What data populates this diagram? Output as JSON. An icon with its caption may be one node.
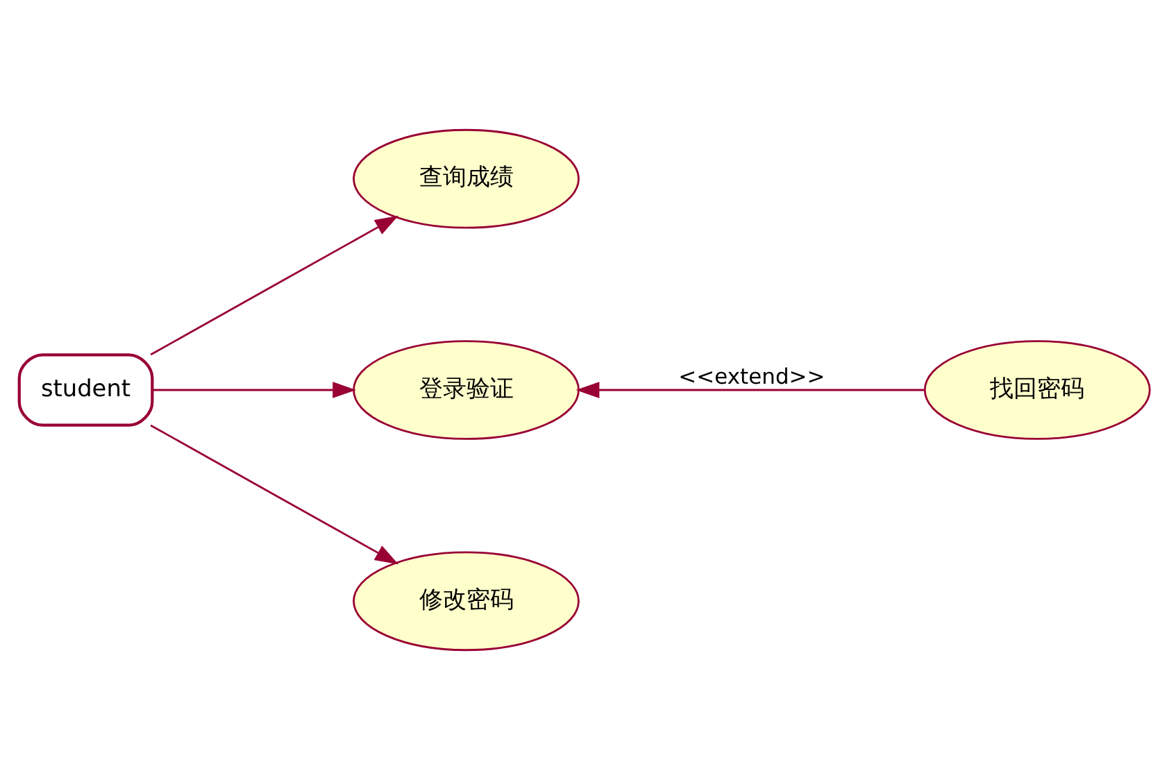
{
  "diagram": {
    "nodes": [
      {
        "text": [
          "student"
        ]
      },
      {
        "text": [
          "查询成绩"
        ]
      },
      {
        "text": [
          "登录验证"
        ]
      },
      {
        "text": [
          "找回密码"
        ]
      },
      {
        "text": [
          "修改密码"
        ]
      }
    ],
    "edges": [
      {
        "from": 0,
        "to": 1,
        "arrow": "to"
      },
      {
        "from": 0,
        "to": 2,
        "arrow": "to"
      },
      {
        "from": 0,
        "to": 4,
        "arrow": "to"
      },
      {
        "from": 3,
        "to": 2,
        "arrow": "to",
        "label": "<<extend>>"
      }
    ]
  }
}
